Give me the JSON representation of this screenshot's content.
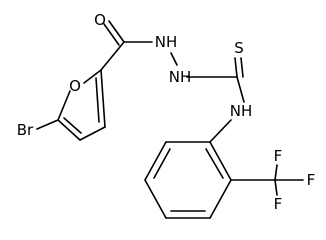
{
  "diagram": {
    "type": "chemical-structure",
    "atom_labels": {
      "o_carbonyl": "O",
      "nh_1": "NH",
      "nh_2": "NH",
      "o_furan": "O",
      "br": "Br",
      "s_thione": "S",
      "nh_3": "NH",
      "f_1": "F",
      "f_2": "F",
      "f_3": "F"
    },
    "colors": {
      "bond": "#000000",
      "label": "#000000",
      "background": "#ffffff"
    }
  }
}
